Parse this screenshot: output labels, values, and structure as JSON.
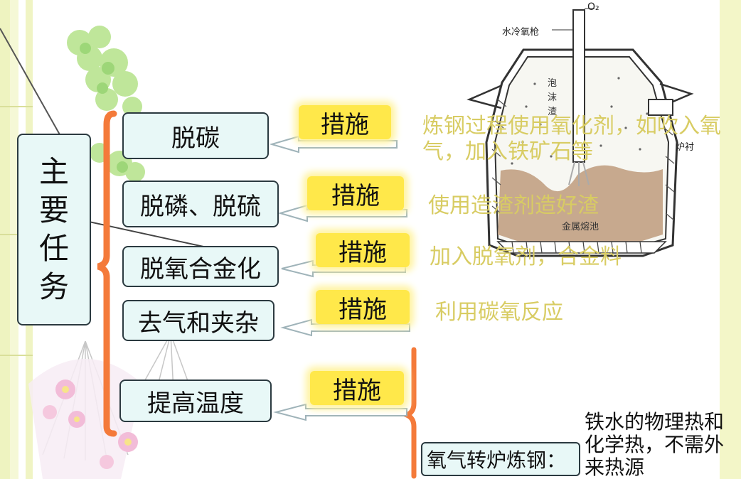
{
  "main_task": "主要任务",
  "tasks": [
    {
      "name": "脱碳",
      "measure_label": "措施",
      "measure": "炼钢过程使用氧化剂，如吹入氧气，加入铁矿石等"
    },
    {
      "name": "脱磷、脱硫",
      "measure_label": "措施",
      "measure": "使用造渣剂造好渣"
    },
    {
      "name": "脱氧合金化",
      "measure_label": "措施",
      "measure": "加入脱氧剂，合金料"
    },
    {
      "name": "去气和夹杂",
      "measure_label": "措施",
      "measure": "利用碳氧反应"
    },
    {
      "name": "提高温度",
      "measure_label": "措施",
      "measure": ""
    }
  ],
  "converter": {
    "label": "氧气转炉炼钢：",
    "note": "铁水的物理热和化学热，不需外来热源"
  },
  "furnace_diagram": {
    "o2": "O₂",
    "lance": "水冷氧枪",
    "foam": "泡沫渣",
    "lining": "炉衬",
    "metal": "金属熔池"
  },
  "colors": {
    "box_fill": "#e8f8f7",
    "measure_fill": "#ffe84a",
    "desc_text": "#d8cc63",
    "brace": "#f47a3a",
    "arrow": "#9fb3b9"
  }
}
